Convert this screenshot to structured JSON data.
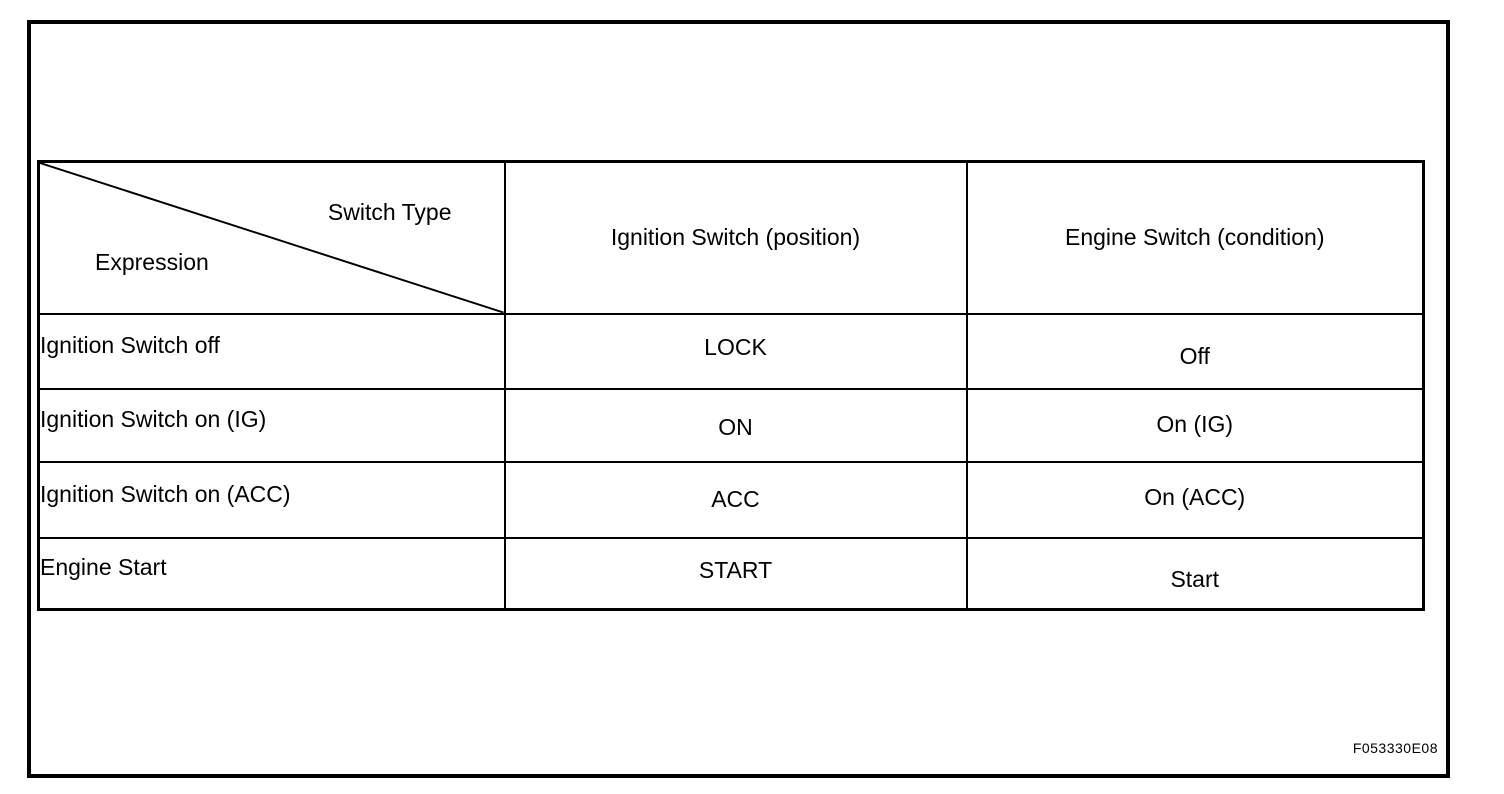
{
  "figure_code": "F053330E08",
  "colors": {
    "border": "#000000",
    "background": "#ffffff",
    "text": "#000000"
  },
  "table": {
    "corner": {
      "switch_type": "Switch Type",
      "expression": "Expression"
    },
    "columns": [
      "Ignition Switch (position)",
      "Engine Switch (condition)"
    ],
    "rows": [
      {
        "expression": "Ignition Switch off",
        "ignition_switch_position": "LOCK",
        "engine_switch_condition": "Off"
      },
      {
        "expression": "Ignition Switch on (IG)",
        "ignition_switch_position": "ON",
        "engine_switch_condition": "On (IG)"
      },
      {
        "expression": "Ignition Switch on (ACC)",
        "ignition_switch_position": "ACC",
        "engine_switch_condition": "On (ACC)"
      },
      {
        "expression": "Engine Start",
        "ignition_switch_position": "START",
        "engine_switch_condition": "Start"
      }
    ]
  }
}
